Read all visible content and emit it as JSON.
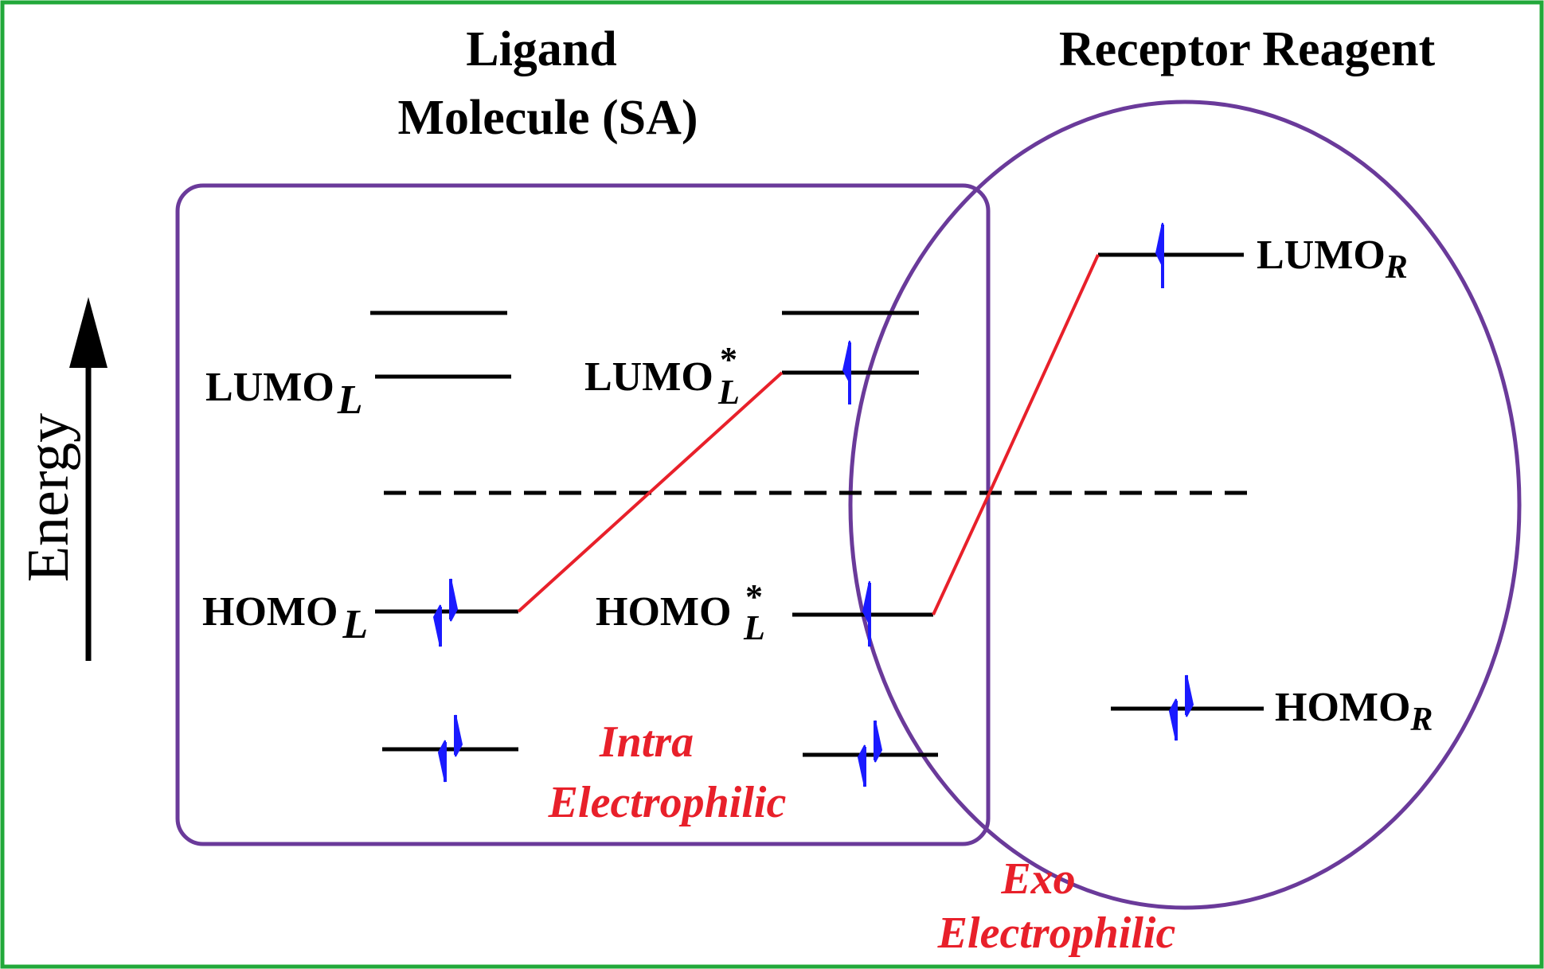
{
  "titles": {
    "ligand_line1": "Ligand",
    "ligand_line2": "Molecule (SA)",
    "receptor": "Receptor Reagent"
  },
  "axis": {
    "energy_label": "Energy"
  },
  "levels": {
    "lumo_l": {
      "base": "LUMO",
      "sub": "L"
    },
    "homo_l": {
      "base": "HOMO",
      "sub": "L"
    },
    "lumo_l_star": {
      "base": "LUMO",
      "sub": "L",
      "sup": "*"
    },
    "homo_l_star": {
      "base": "HOMO",
      "sub": "L",
      "sup": "*"
    },
    "lumo_r": {
      "base": "LUMO",
      "sub": "R"
    },
    "homo_r": {
      "base": "HOMO",
      "sub": "R"
    }
  },
  "annotations": {
    "intra_line1": "Intra",
    "intra_line2": "Electrophilic",
    "exo_line1": "Exo",
    "exo_line2": "Electrophilic"
  },
  "colors": {
    "frame": "#22a83a",
    "enclosure": "#6a3a9a",
    "level_line": "#000000",
    "electron": "#1a1aff",
    "transition": "#e8202a",
    "label_red": "#e8202a"
  }
}
